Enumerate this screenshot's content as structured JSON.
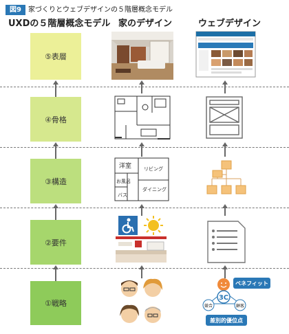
{
  "figure": {
    "tag": "図9",
    "title": "家づくりとウェブデザインの５階層概念モデル"
  },
  "columns": {
    "uxd": "UXDの５階層概念モデル",
    "house": "家のデザイン",
    "web": "ウェブデザイン"
  },
  "layers": [
    {
      "label": "⑤表層",
      "color": "#ecf098"
    },
    {
      "label": "④骨格",
      "color": "#d6e88e"
    },
    {
      "label": "③構造",
      "color": "#bcdf7e"
    },
    {
      "label": "②要件",
      "color": "#a6d66c"
    },
    {
      "label": "①戦略",
      "color": "#8ecb5a"
    }
  ],
  "floorplan": {
    "room_western": "洋室",
    "living": "リビング",
    "bath": "お風呂",
    "dining": "ダイニング",
    "bath2": "バス"
  },
  "strategy": {
    "center": "3C",
    "left_node": "競合",
    "right_node": "顧客",
    "benefit": "ベネフィット",
    "advantage": "差別的優位点"
  },
  "colors": {
    "accent": "#2a78b6",
    "orange": "#f5c27a",
    "box_stroke": "#e0a24a",
    "badge": "#2a78b6"
  }
}
